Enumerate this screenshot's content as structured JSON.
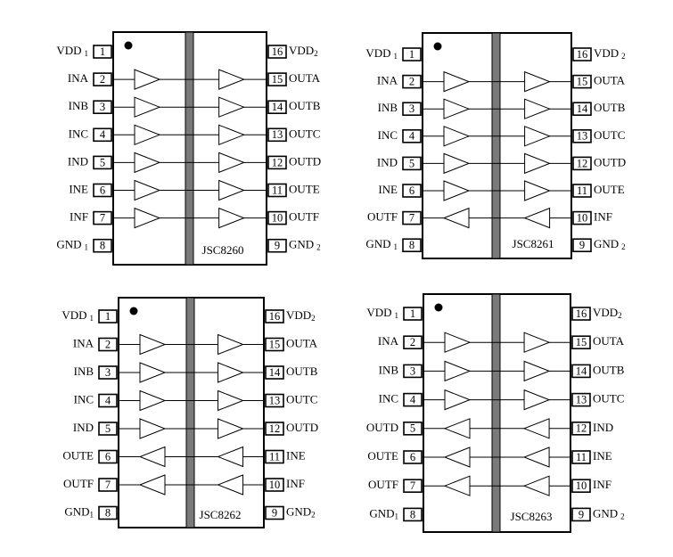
{
  "chips": [
    {
      "part": "JSC8260",
      "left_pins": [
        {
          "num": "1",
          "base": "VDD",
          "sub": "1",
          "sub_style": "spaced",
          "dir": "none"
        },
        {
          "num": "2",
          "base": "INA",
          "sub": "",
          "dir": "in"
        },
        {
          "num": "3",
          "base": "INB",
          "sub": "",
          "dir": "in"
        },
        {
          "num": "4",
          "base": "INC",
          "sub": "",
          "dir": "in"
        },
        {
          "num": "5",
          "base": "IND",
          "sub": "",
          "dir": "in"
        },
        {
          "num": "6",
          "base": "INE",
          "sub": "",
          "dir": "in"
        },
        {
          "num": "7",
          "base": "INF",
          "sub": "",
          "dir": "in"
        },
        {
          "num": "8",
          "base": "GND",
          "sub": "1",
          "sub_style": "spaced",
          "dir": "none"
        }
      ],
      "right_pins": [
        {
          "num": "16",
          "base": "VDD",
          "sub": "2",
          "dir": "none"
        },
        {
          "num": "15",
          "base": "OUTA",
          "sub": "",
          "dir": "out"
        },
        {
          "num": "14",
          "base": "OUTB",
          "sub": "",
          "dir": "out"
        },
        {
          "num": "13",
          "base": "OUTC",
          "sub": "",
          "dir": "out"
        },
        {
          "num": "12",
          "base": "OUTD",
          "sub": "",
          "dir": "out"
        },
        {
          "num": "11",
          "base": "OUTE",
          "sub": "",
          "dir": "out"
        },
        {
          "num": "10",
          "base": "OUTF",
          "sub": "",
          "dir": "out"
        },
        {
          "num": "9",
          "base": "GND",
          "sub": "2",
          "sub_style": "spaced",
          "dir": "none"
        }
      ],
      "channels": [
        "right",
        "right",
        "right",
        "right",
        "right",
        "right"
      ]
    },
    {
      "part": "JSC8261",
      "left_pins": [
        {
          "num": "1",
          "base": "VDD",
          "sub": "1",
          "sub_style": "spaced",
          "dir": "none"
        },
        {
          "num": "2",
          "base": "INA",
          "sub": "",
          "dir": "in"
        },
        {
          "num": "3",
          "base": "INB",
          "sub": "",
          "dir": "in"
        },
        {
          "num": "4",
          "base": "INC",
          "sub": "",
          "dir": "in"
        },
        {
          "num": "5",
          "base": "IND",
          "sub": "",
          "dir": "in"
        },
        {
          "num": "6",
          "base": "INE",
          "sub": "",
          "dir": "in"
        },
        {
          "num": "7",
          "base": "OUTF",
          "sub": "",
          "dir": "out"
        },
        {
          "num": "8",
          "base": "GND",
          "sub": "1",
          "sub_style": "spaced",
          "dir": "none"
        }
      ],
      "right_pins": [
        {
          "num": "16",
          "base": "VDD",
          "sub": "2",
          "sub_style": "spaced",
          "dir": "none"
        },
        {
          "num": "15",
          "base": "OUTA",
          "sub": "",
          "dir": "out"
        },
        {
          "num": "14",
          "base": "OUTB",
          "sub": "",
          "dir": "out"
        },
        {
          "num": "13",
          "base": "OUTC",
          "sub": "",
          "dir": "out"
        },
        {
          "num": "12",
          "base": "OUTD",
          "sub": "",
          "dir": "out"
        },
        {
          "num": "11",
          "base": "OUTE",
          "sub": "",
          "dir": "out"
        },
        {
          "num": "10",
          "base": "INF",
          "sub": "",
          "dir": "in"
        },
        {
          "num": "9",
          "base": "GND",
          "sub": "2",
          "sub_style": "spaced",
          "dir": "none"
        }
      ],
      "channels": [
        "right",
        "right",
        "right",
        "right",
        "right",
        "left"
      ]
    },
    {
      "part": "JSC8262",
      "left_pins": [
        {
          "num": "1",
          "base": "VDD",
          "sub": "1",
          "sub_style": "spaced",
          "dir": "none"
        },
        {
          "num": "2",
          "base": "INA",
          "sub": "",
          "dir": "in"
        },
        {
          "num": "3",
          "base": "INB",
          "sub": "",
          "dir": "in"
        },
        {
          "num": "4",
          "base": "INC",
          "sub": "",
          "dir": "in"
        },
        {
          "num": "5",
          "base": "IND",
          "sub": "",
          "dir": "in"
        },
        {
          "num": "6",
          "base": "OUTE",
          "sub": "",
          "dir": "out"
        },
        {
          "num": "7",
          "base": "OUTF",
          "sub": "",
          "dir": "out"
        },
        {
          "num": "8",
          "base": "GND",
          "sub": "1",
          "dir": "none"
        }
      ],
      "right_pins": [
        {
          "num": "16",
          "base": "VDD",
          "sub": "2",
          "dir": "none"
        },
        {
          "num": "15",
          "base": "OUTA",
          "sub": "",
          "dir": "out"
        },
        {
          "num": "14",
          "base": "OUTB",
          "sub": "",
          "dir": "out"
        },
        {
          "num": "13",
          "base": "OUTC",
          "sub": "",
          "dir": "out"
        },
        {
          "num": "12",
          "base": "OUTD",
          "sub": "",
          "dir": "out"
        },
        {
          "num": "11",
          "base": "INE",
          "sub": "",
          "dir": "in"
        },
        {
          "num": "10",
          "base": "INF",
          "sub": "",
          "dir": "in"
        },
        {
          "num": "9",
          "base": "GND",
          "sub": "2",
          "dir": "none"
        }
      ],
      "channels": [
        "right",
        "right",
        "right",
        "right",
        "left",
        "left"
      ]
    },
    {
      "part": "JSC8263",
      "left_pins": [
        {
          "num": "1",
          "base": "VDD",
          "sub": "1",
          "sub_style": "spaced",
          "dir": "none"
        },
        {
          "num": "2",
          "base": "INA",
          "sub": "",
          "dir": "in"
        },
        {
          "num": "3",
          "base": "INB",
          "sub": "",
          "dir": "in"
        },
        {
          "num": "4",
          "base": "INC",
          "sub": "",
          "dir": "in"
        },
        {
          "num": "5",
          "base": "OUTD",
          "sub": "",
          "dir": "out"
        },
        {
          "num": "6",
          "base": "OUTE",
          "sub": "",
          "dir": "out"
        },
        {
          "num": "7",
          "base": "OUTF",
          "sub": "",
          "dir": "out"
        },
        {
          "num": "8",
          "base": "GND",
          "sub": "1",
          "dir": "none"
        }
      ],
      "right_pins": [
        {
          "num": "16",
          "base": "VDD",
          "sub": "2",
          "dir": "none"
        },
        {
          "num": "15",
          "base": "OUTA",
          "sub": "",
          "dir": "out"
        },
        {
          "num": "14",
          "base": "OUTB",
          "sub": "",
          "dir": "out"
        },
        {
          "num": "13",
          "base": "OUTC",
          "sub": "",
          "dir": "out"
        },
        {
          "num": "12",
          "base": "IND",
          "sub": "",
          "dir": "in"
        },
        {
          "num": "11",
          "base": "INE",
          "sub": "",
          "dir": "in"
        },
        {
          "num": "10",
          "base": "INF",
          "sub": "",
          "dir": "in"
        },
        {
          "num": "9",
          "base": "GND",
          "sub": "2",
          "sub_style": "spaced",
          "dir": "none"
        }
      ],
      "channels": [
        "right",
        "right",
        "right",
        "left",
        "left",
        "left"
      ]
    }
  ]
}
